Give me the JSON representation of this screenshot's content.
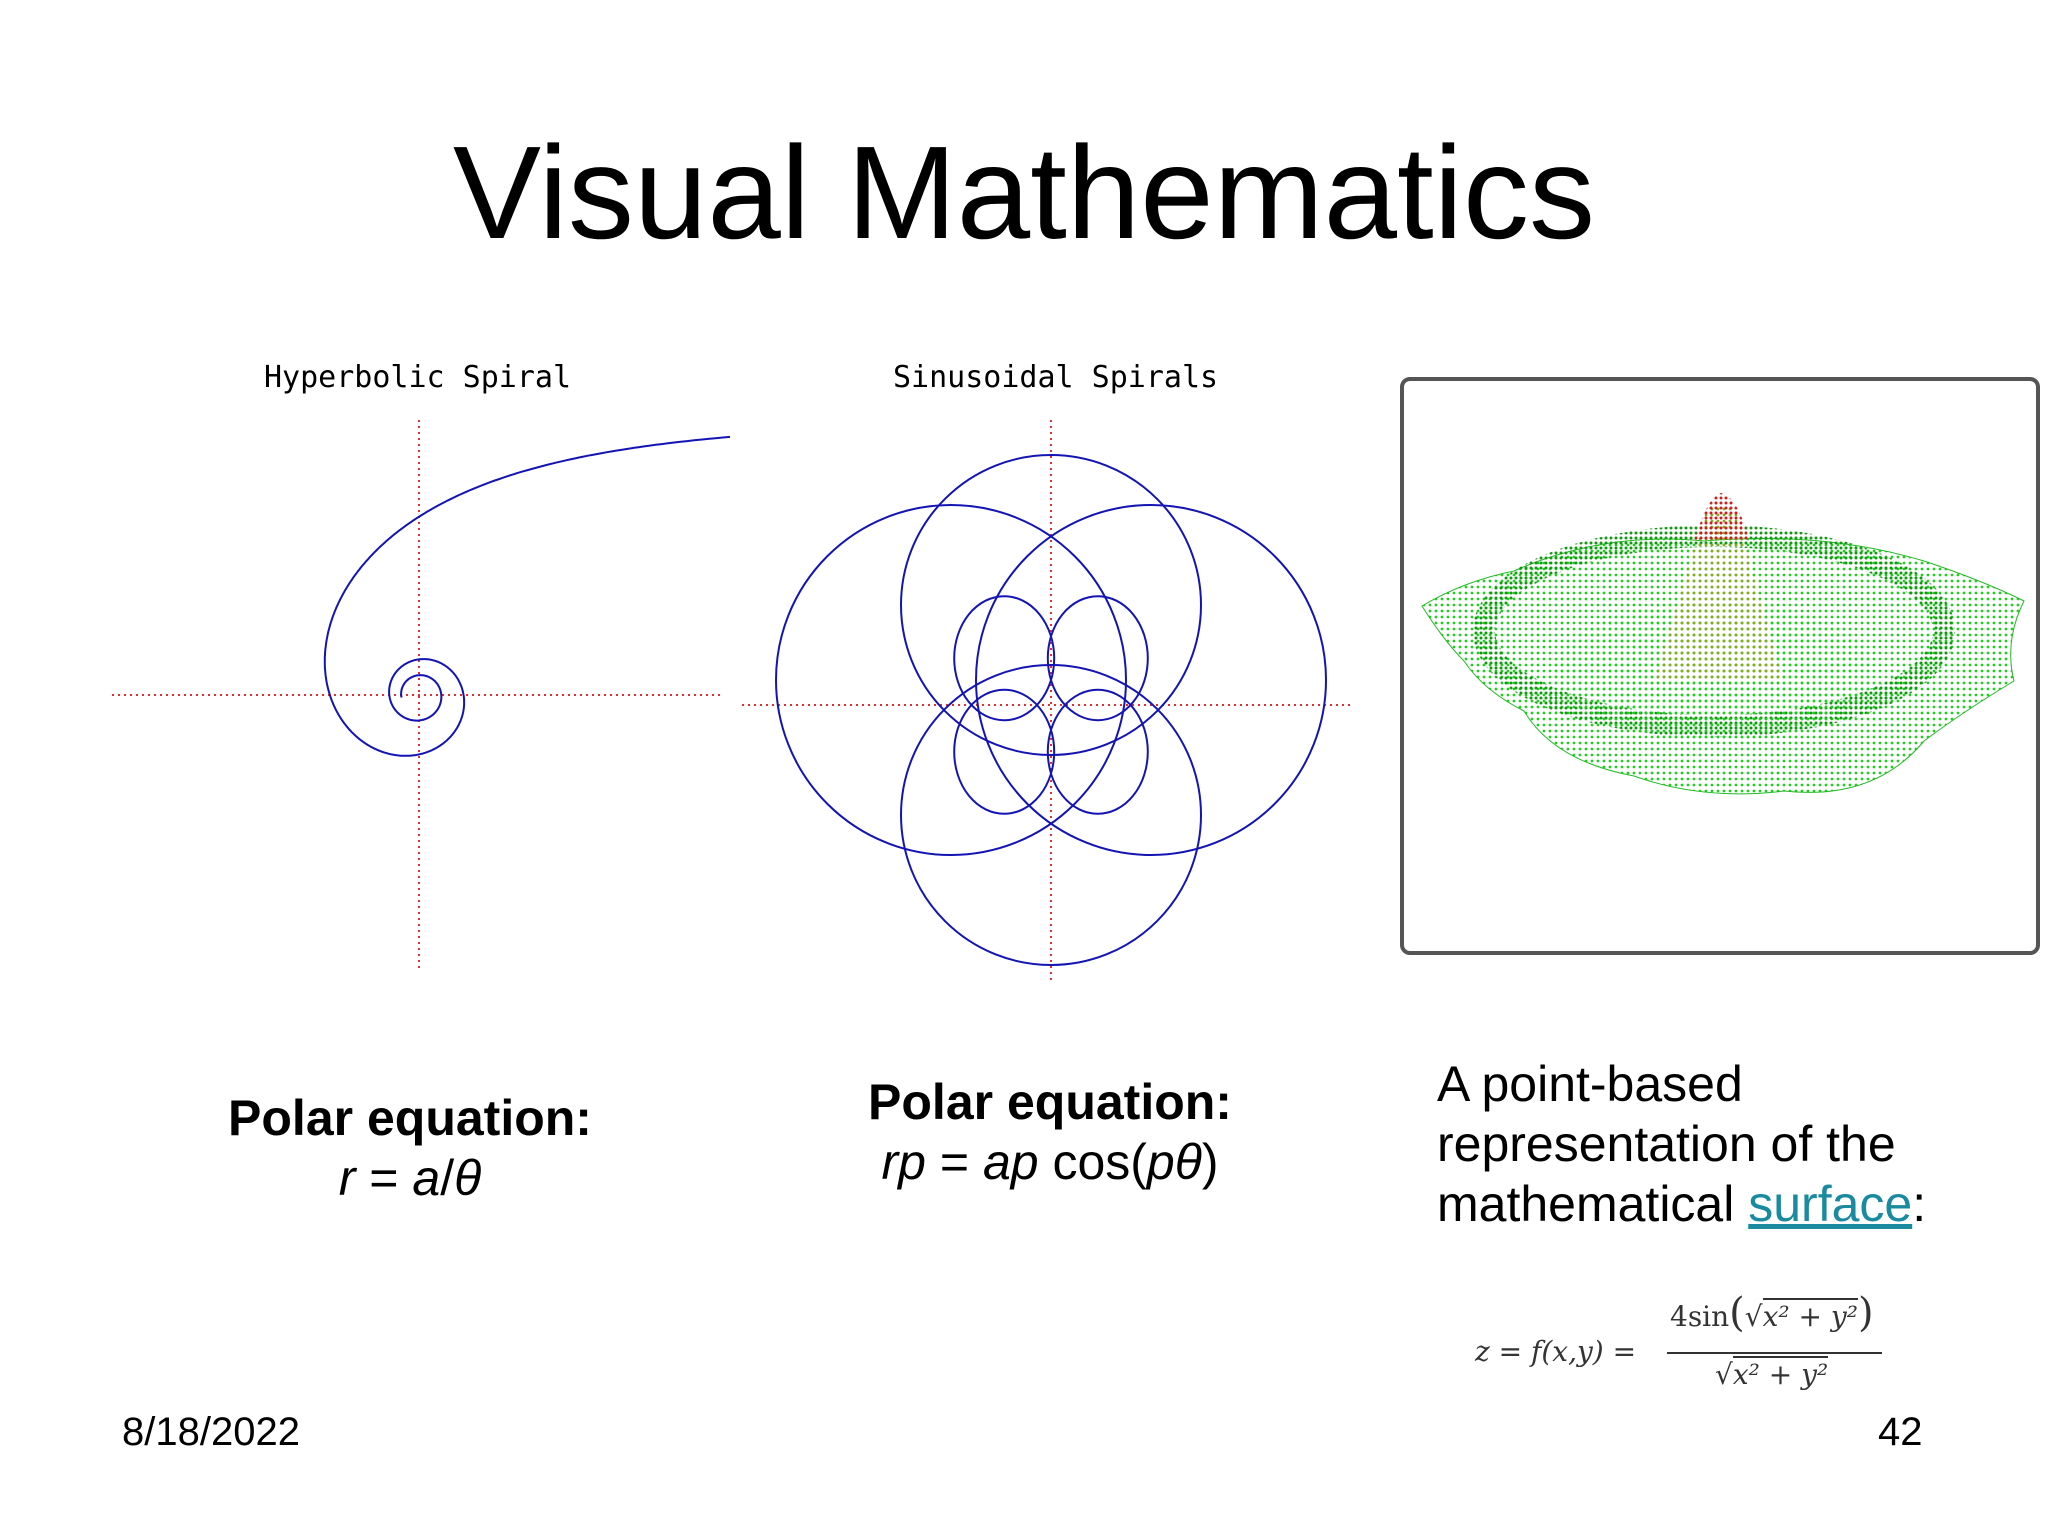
{
  "slide": {
    "title": "Visual Mathematics",
    "date": "8/18/2022",
    "page_number": "42"
  },
  "left_panel": {
    "chart_title": "Hyperbolic Spiral",
    "caption_heading": "Polar equation:",
    "caption_equation_parts": [
      "r",
      " = ",
      "a",
      "/",
      "θ"
    ]
  },
  "middle_panel": {
    "chart_title": "Sinusoidal Spirals",
    "caption_heading": "Polar equation:",
    "caption_equation_parts": [
      "rp",
      " = ",
      "ap",
      " cos(",
      "pθ",
      ")"
    ]
  },
  "right_panel": {
    "description_line1": "A point-based",
    "description_line2": "representation of the",
    "description_line3_prefix": "mathematical ",
    "description_link": "surface",
    "description_suffix": ":",
    "formula": {
      "lhs": "z = f(x,y) =",
      "numerator_prefix": "4sin",
      "radicand": "x² + y²",
      "denominator_radicand": "x² + y²"
    }
  },
  "colors": {
    "curve": "#1414b4",
    "axis": "#e03030",
    "link": "#1a8aa0",
    "surface_green": "#22cc22",
    "surface_red": "#cc2020"
  }
}
